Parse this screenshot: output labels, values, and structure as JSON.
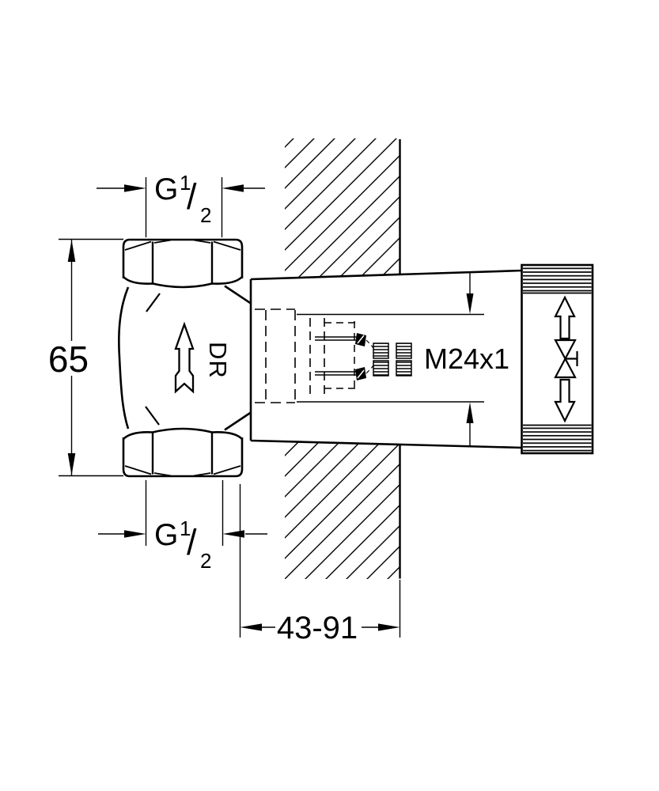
{
  "drawing": {
    "colors": {
      "line": "#000000",
      "background": "#ffffff"
    },
    "flow_marking": "DR",
    "dimensions": {
      "top_thread": {
        "prefix": "G",
        "numerator": "1",
        "slash": "/",
        "denominator": "2"
      },
      "bottom_thread": {
        "prefix": "G",
        "numerator": "1",
        "slash": "/",
        "denominator": "2"
      },
      "body_height": "65",
      "spindle_thread": "M24x1",
      "installation_depth": "43-91"
    },
    "icons": {
      "flow_direction": "up-arrow-outline",
      "outlet_up": "up-arrow-outline",
      "outlet_down": "down-arrow-outline",
      "valve_symbol": "bowtie-valve-symbol"
    }
  }
}
